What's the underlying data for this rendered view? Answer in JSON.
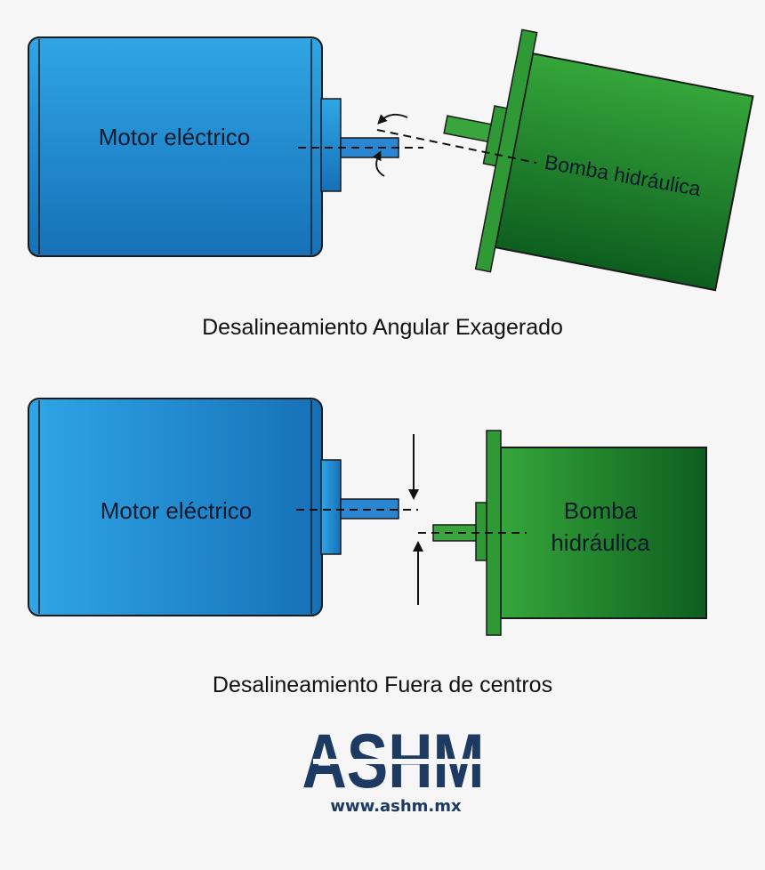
{
  "diagram_angular": {
    "motor_label": "Motor eléctrico",
    "pump_label": "Bomba hidráulica",
    "caption": "Desalineamiento Angular Exagerado"
  },
  "diagram_offset": {
    "motor_label": "Motor eléctrico",
    "pump_label_line1": "Bomba",
    "pump_label_line2": "hidráulica",
    "caption": "Desalineamiento Fuera de centros"
  },
  "logo": {
    "brand": "ASHM",
    "url": "www.ashm.mx"
  },
  "colors": {
    "motor_light": "#2fa6e6",
    "motor_dark": "#1670b8",
    "pump_light": "#35a63a",
    "pump_dark": "#0e5e1f",
    "outline": "#1a1a1a",
    "logo": "#1d3a63",
    "background": "#f6f6f7"
  }
}
